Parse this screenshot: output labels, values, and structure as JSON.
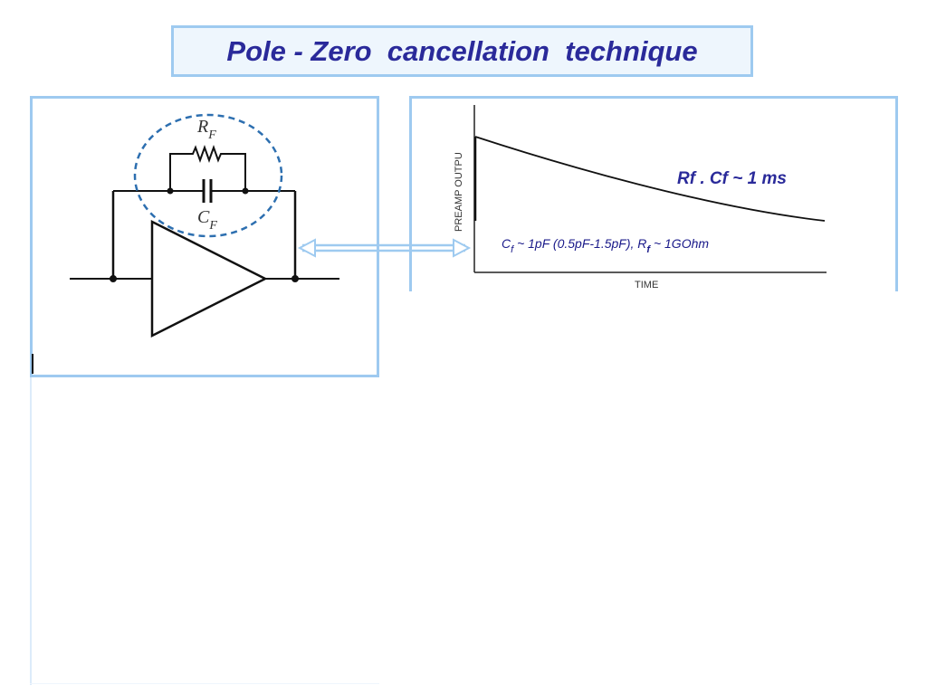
{
  "title": "Pole - Zero  cancellation  technique",
  "circuit": {
    "rf_main": "R",
    "rf_sub": "F",
    "cf_main": "C",
    "cf_sub": "F"
  },
  "plot": {
    "ylabel": "PREAMP OUTPU",
    "xlabel": "TIME",
    "time_constant_label": {
      "rf": "Rf",
      "dot": " . ",
      "cf": "Cf",
      "rest": "  ~  1 ms"
    },
    "values_label": {
      "c": "C",
      "c_sub": "f",
      "c_text": " ~ 1pF (0.5pF-1.5pF), R",
      "r_sub": "f",
      "r_text": " ~ 1GOhm"
    }
  },
  "colors": {
    "title_text": "#2a2a9a",
    "panel_border": "#9ecaf0",
    "dashed_circle": "#2d6fb0",
    "arrow": "#9ecaf0"
  }
}
